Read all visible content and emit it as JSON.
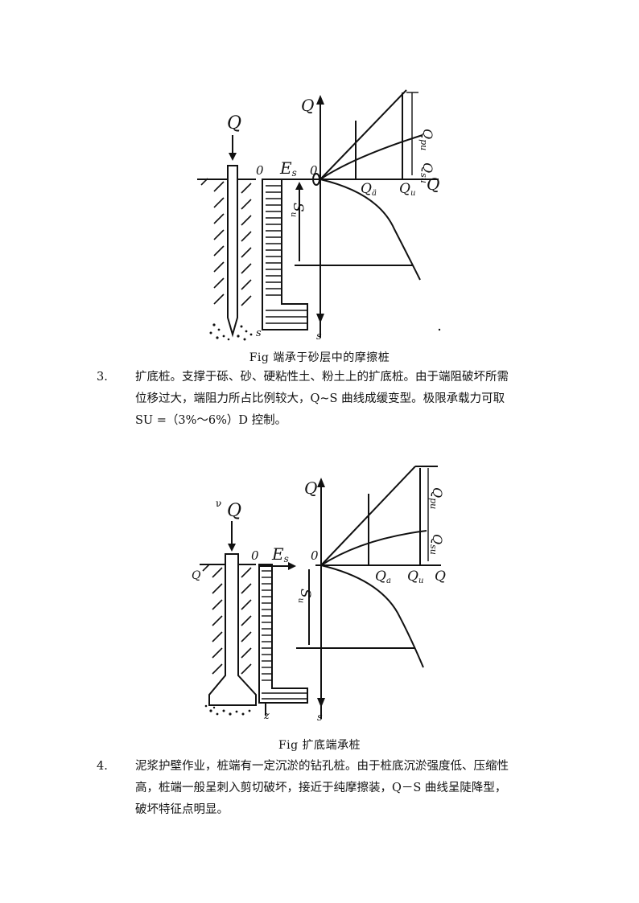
{
  "figure1": {
    "caption": "Fig 端承于砂层中的摩擦桩",
    "labels": {
      "load": "Q",
      "origin_left": "0",
      "es": "E",
      "es_sub": "s",
      "origin_right": "0",
      "axis_q": "Q",
      "axis_s": "s",
      "left_s": "s",
      "su": "S",
      "su_sub": "u",
      "qsu": "Q",
      "qsu_sub": "su",
      "qpu": "Q",
      "qpu_sub": "pu",
      "qb": "Q",
      "qb_sub": "ä",
      "qu": "Q",
      "qu_sub": "u",
      "qaxis": "Q"
    }
  },
  "para3": {
    "number": "3.",
    "lines": [
      "扩底桩。支撑于砾、砂、硬粘性土、粉土上的扩底桩。由于端阻破坏所需",
      "位移过大，端阻力所占比例较大，Q~S 曲线成缓变型。极限承载力可取",
      "SU =（3%～6%）D 控制。"
    ]
  },
  "figure2": {
    "caption": "Fig 扩底端承桩",
    "labels": {
      "load": "Q",
      "origin_left": "0",
      "es": "E",
      "es_sub": "s",
      "origin_right": "0",
      "axis_q": "Q",
      "axis_s": "s",
      "left_z": "z",
      "su": "S",
      "su_sub": "u",
      "qsu": "Q",
      "qsu_sub": "su",
      "qpu": "Q",
      "qpu_sub": "pu",
      "qb": "Q",
      "qb_sub": "a",
      "qu": "Q",
      "qu_sub": "u",
      "qaxis": "Q"
    }
  },
  "para4": {
    "number": "4.",
    "lines": [
      "泥浆护壁作业，桩端有一定沉淤的钻孔桩。由于桩底沉淤强度低、压缩性",
      "高，桩端一般呈刺入剪切破坏，接近于纯摩擦装，Q－S 曲线呈陡降型，",
      "破坏特征点明显。"
    ]
  }
}
